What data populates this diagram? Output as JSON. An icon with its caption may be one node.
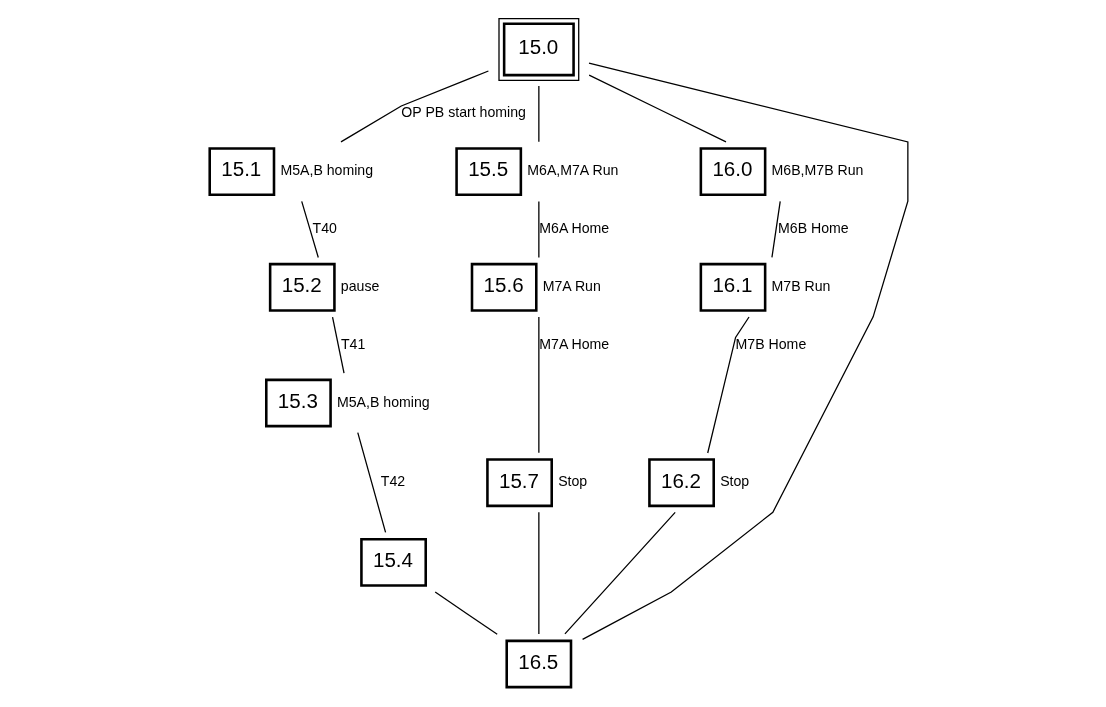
{
  "diagram": {
    "nodes": [
      {
        "text": [
          "15.0"
        ]
      },
      {
        "text": [
          "15.1"
        ],
        "beside": [
          "M5A,B homing"
        ]
      },
      {
        "text": [
          "15.5"
        ],
        "beside": [
          "M6A,M7A Run"
        ]
      },
      {
        "text": [
          "16.0"
        ],
        "beside": [
          "M6B,M7B Run"
        ]
      },
      {
        "text": [
          "15.2"
        ],
        "beside": [
          "pause"
        ]
      },
      {
        "text": [
          "15.6"
        ],
        "beside": [
          "M7A Run"
        ]
      },
      {
        "text": [
          "16.1"
        ],
        "beside": [
          "M7B Run"
        ]
      },
      {
        "text": [
          "15.3"
        ],
        "beside": [
          "M5A,B homing"
        ]
      },
      {
        "text": [
          "15.7"
        ],
        "beside": [
          "Stop"
        ]
      },
      {
        "text": [
          "16.2"
        ],
        "beside": [
          "Stop"
        ]
      },
      {
        "text": [
          "15.4"
        ]
      },
      {
        "text": [
          "16.5"
        ]
      }
    ],
    "edges": [
      {
        "from": 0,
        "to": 1,
        "arrow": "none",
        "label": "OP PB start homing"
      },
      {
        "from": 0,
        "to": 2,
        "arrow": "none"
      },
      {
        "from": 0,
        "to": 3,
        "arrow": "none"
      },
      {
        "from": 1,
        "to": 4,
        "arrow": "none",
        "label": "T40"
      },
      {
        "from": 4,
        "to": 7,
        "arrow": "none",
        "label": "T41"
      },
      {
        "from": 7,
        "to": 10,
        "arrow": "none",
        "label": "T42"
      },
      {
        "from": 2,
        "to": 5,
        "arrow": "none",
        "label": "M6A Home"
      },
      {
        "from": 5,
        "to": 8,
        "arrow": "none",
        "label": "M7A Home"
      },
      {
        "from": 3,
        "to": 6,
        "arrow": "none",
        "label": "M6B Home"
      },
      {
        "from": 6,
        "to": 9,
        "arrow": "none",
        "label": "M7B Home"
      },
      {
        "from": 10,
        "to": 11,
        "arrow": "none"
      },
      {
        "from": 8,
        "to": 11,
        "arrow": "none"
      },
      {
        "from": 9,
        "to": 11,
        "arrow": "none"
      },
      {
        "from": 11,
        "to": 0,
        "arrow": "none"
      }
    ]
  }
}
